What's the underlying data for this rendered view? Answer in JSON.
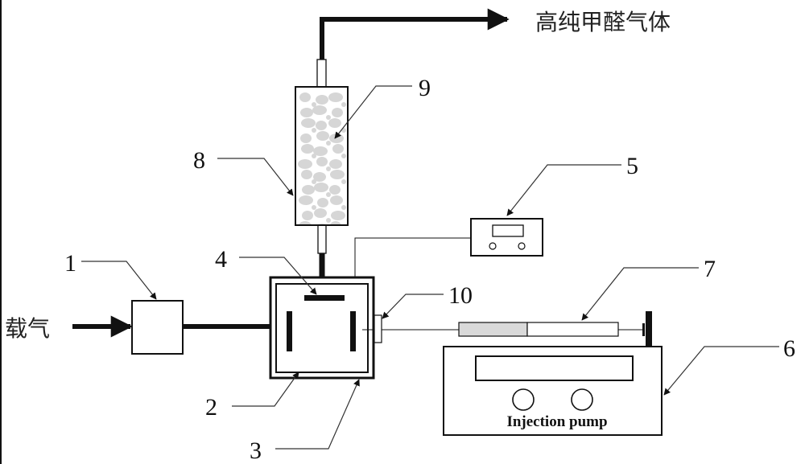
{
  "diagram": {
    "title": "High-purity formaldehyde gas generation apparatus",
    "inlet_label": "载气",
    "outlet_label": "高纯甲醛气体",
    "pump_label": "Injection pump",
    "callouts": [
      {
        "id": "1",
        "label": "1",
        "target": "gas-flow-controller"
      },
      {
        "id": "2",
        "label": "2",
        "target": "inner-chamber-wall"
      },
      {
        "id": "3",
        "label": "3",
        "target": "outer-chamber-wall"
      },
      {
        "id": "4",
        "label": "4",
        "target": "heating-plate"
      },
      {
        "id": "5",
        "label": "5",
        "target": "temperature-controller"
      },
      {
        "id": "6",
        "label": "6",
        "target": "injection-pump"
      },
      {
        "id": "7",
        "label": "7",
        "target": "syringe"
      },
      {
        "id": "8",
        "label": "8",
        "target": "purification-column"
      },
      {
        "id": "9",
        "label": "9",
        "target": "column-packing"
      },
      {
        "id": "10",
        "label": "10",
        "target": "injection-port"
      }
    ],
    "colors": {
      "line": "#111111",
      "packing": "#d6d6d6",
      "syringe_fill": "#d9d9d9",
      "background": "#ffffff"
    }
  }
}
